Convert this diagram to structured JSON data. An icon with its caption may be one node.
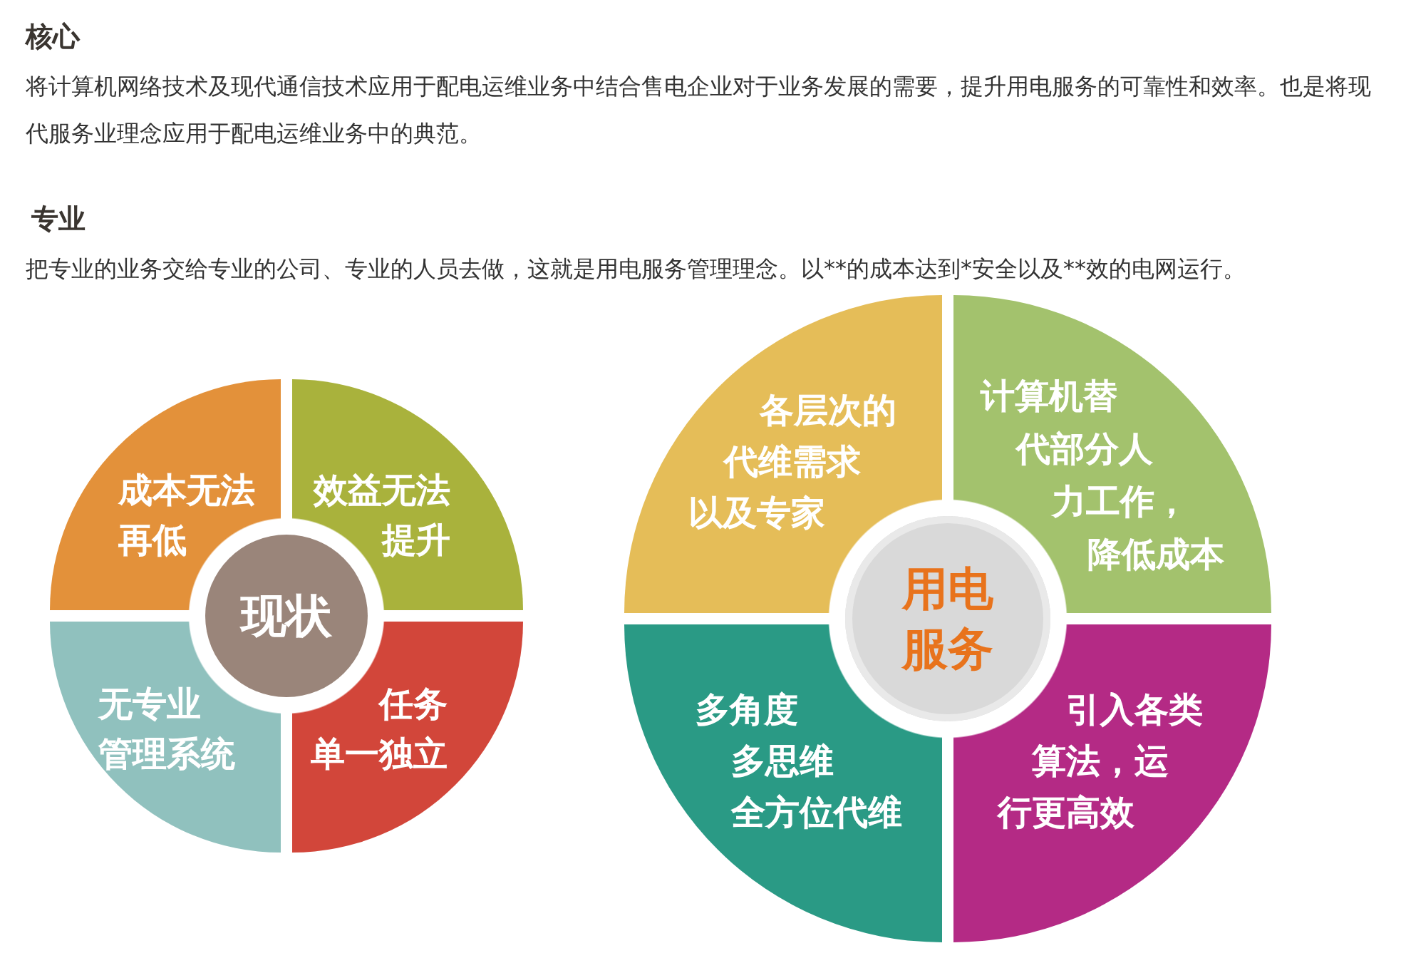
{
  "diagram": {
    "nodes": [
      {
        "text": [
          "现状"
        ]
      },
      {
        "text": [
          "成本无法再低"
        ]
      },
      {
        "text": [
          "效益无法提升"
        ]
      },
      {
        "text": [
          "无专业管理系统"
        ]
      },
      {
        "text": [
          "任务单一独立"
        ]
      },
      {
        "text": [
          "用电服务"
        ]
      },
      {
        "text": [
          "各层次的代维需求以及专家"
        ]
      },
      {
        "text": [
          "计算机替代部分人力工作，降低成本"
        ]
      },
      {
        "text": [
          "多角度多思维全方位代维"
        ]
      },
      {
        "text": [
          "引入各类算法，运行更高效"
        ]
      }
    ],
    "labels": [
      "核心",
      "将计算机网络技术及现代通信技术应用于配电运维业务中结合售电企业对于业务发展的需要，提升用电服务的可靠性和效率。也是将现代服务业理念应用于配电运维业务中的典范。",
      "专业",
      "把专业的业务交给专业的公司、专业的人员去做，这就是用电服务管理理念。以**的成本达到*安全以及**效的电网运行。"
    ]
  }
}
